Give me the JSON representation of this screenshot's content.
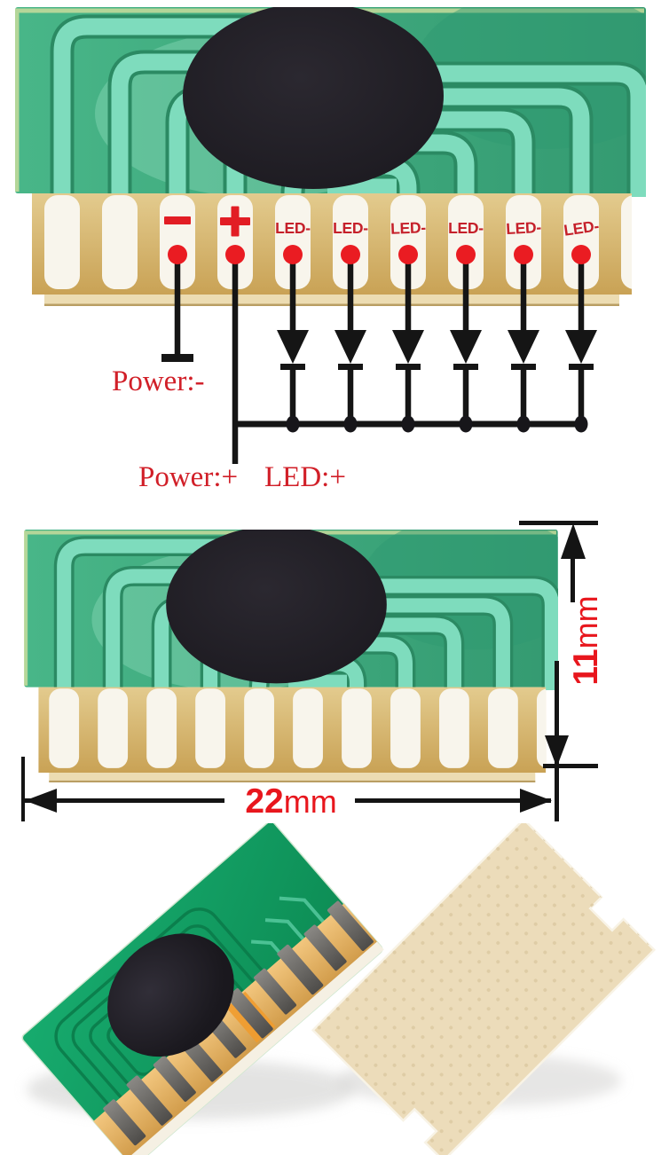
{
  "diagram": {
    "pins": [
      {
        "label": "-",
        "type": "minus"
      },
      {
        "label": "+",
        "type": "plus"
      },
      {
        "label": "LED-",
        "type": "led"
      },
      {
        "label": "LED-",
        "type": "led"
      },
      {
        "label": "LED-",
        "type": "led"
      },
      {
        "label": "LED-",
        "type": "led"
      },
      {
        "label": "LED-",
        "type": "led"
      },
      {
        "label": "LED-",
        "type": "led"
      }
    ],
    "labels": {
      "power_negative": "Power:-",
      "power_positive": "Power:+",
      "led_positive": "LED:+"
    }
  },
  "dimensions": {
    "width_value": "22",
    "width_unit": "mm",
    "height_value": "11",
    "height_unit": "mm"
  },
  "colors": {
    "label_red": "#c5202a",
    "mark_red": "#e21d24",
    "dot_red": "#ea1c22",
    "dimension_red": "#e8161d",
    "wire_black": "#151515",
    "board_green": "#3fae80",
    "trace_mint": "#7edcbd",
    "trace_dark": "#2b8a63",
    "finger_tan": "#dcc17f",
    "stripe_white": "#f8f5ec",
    "photo_board_green": "#12a065",
    "back_board_beige": "#ecdcba"
  }
}
